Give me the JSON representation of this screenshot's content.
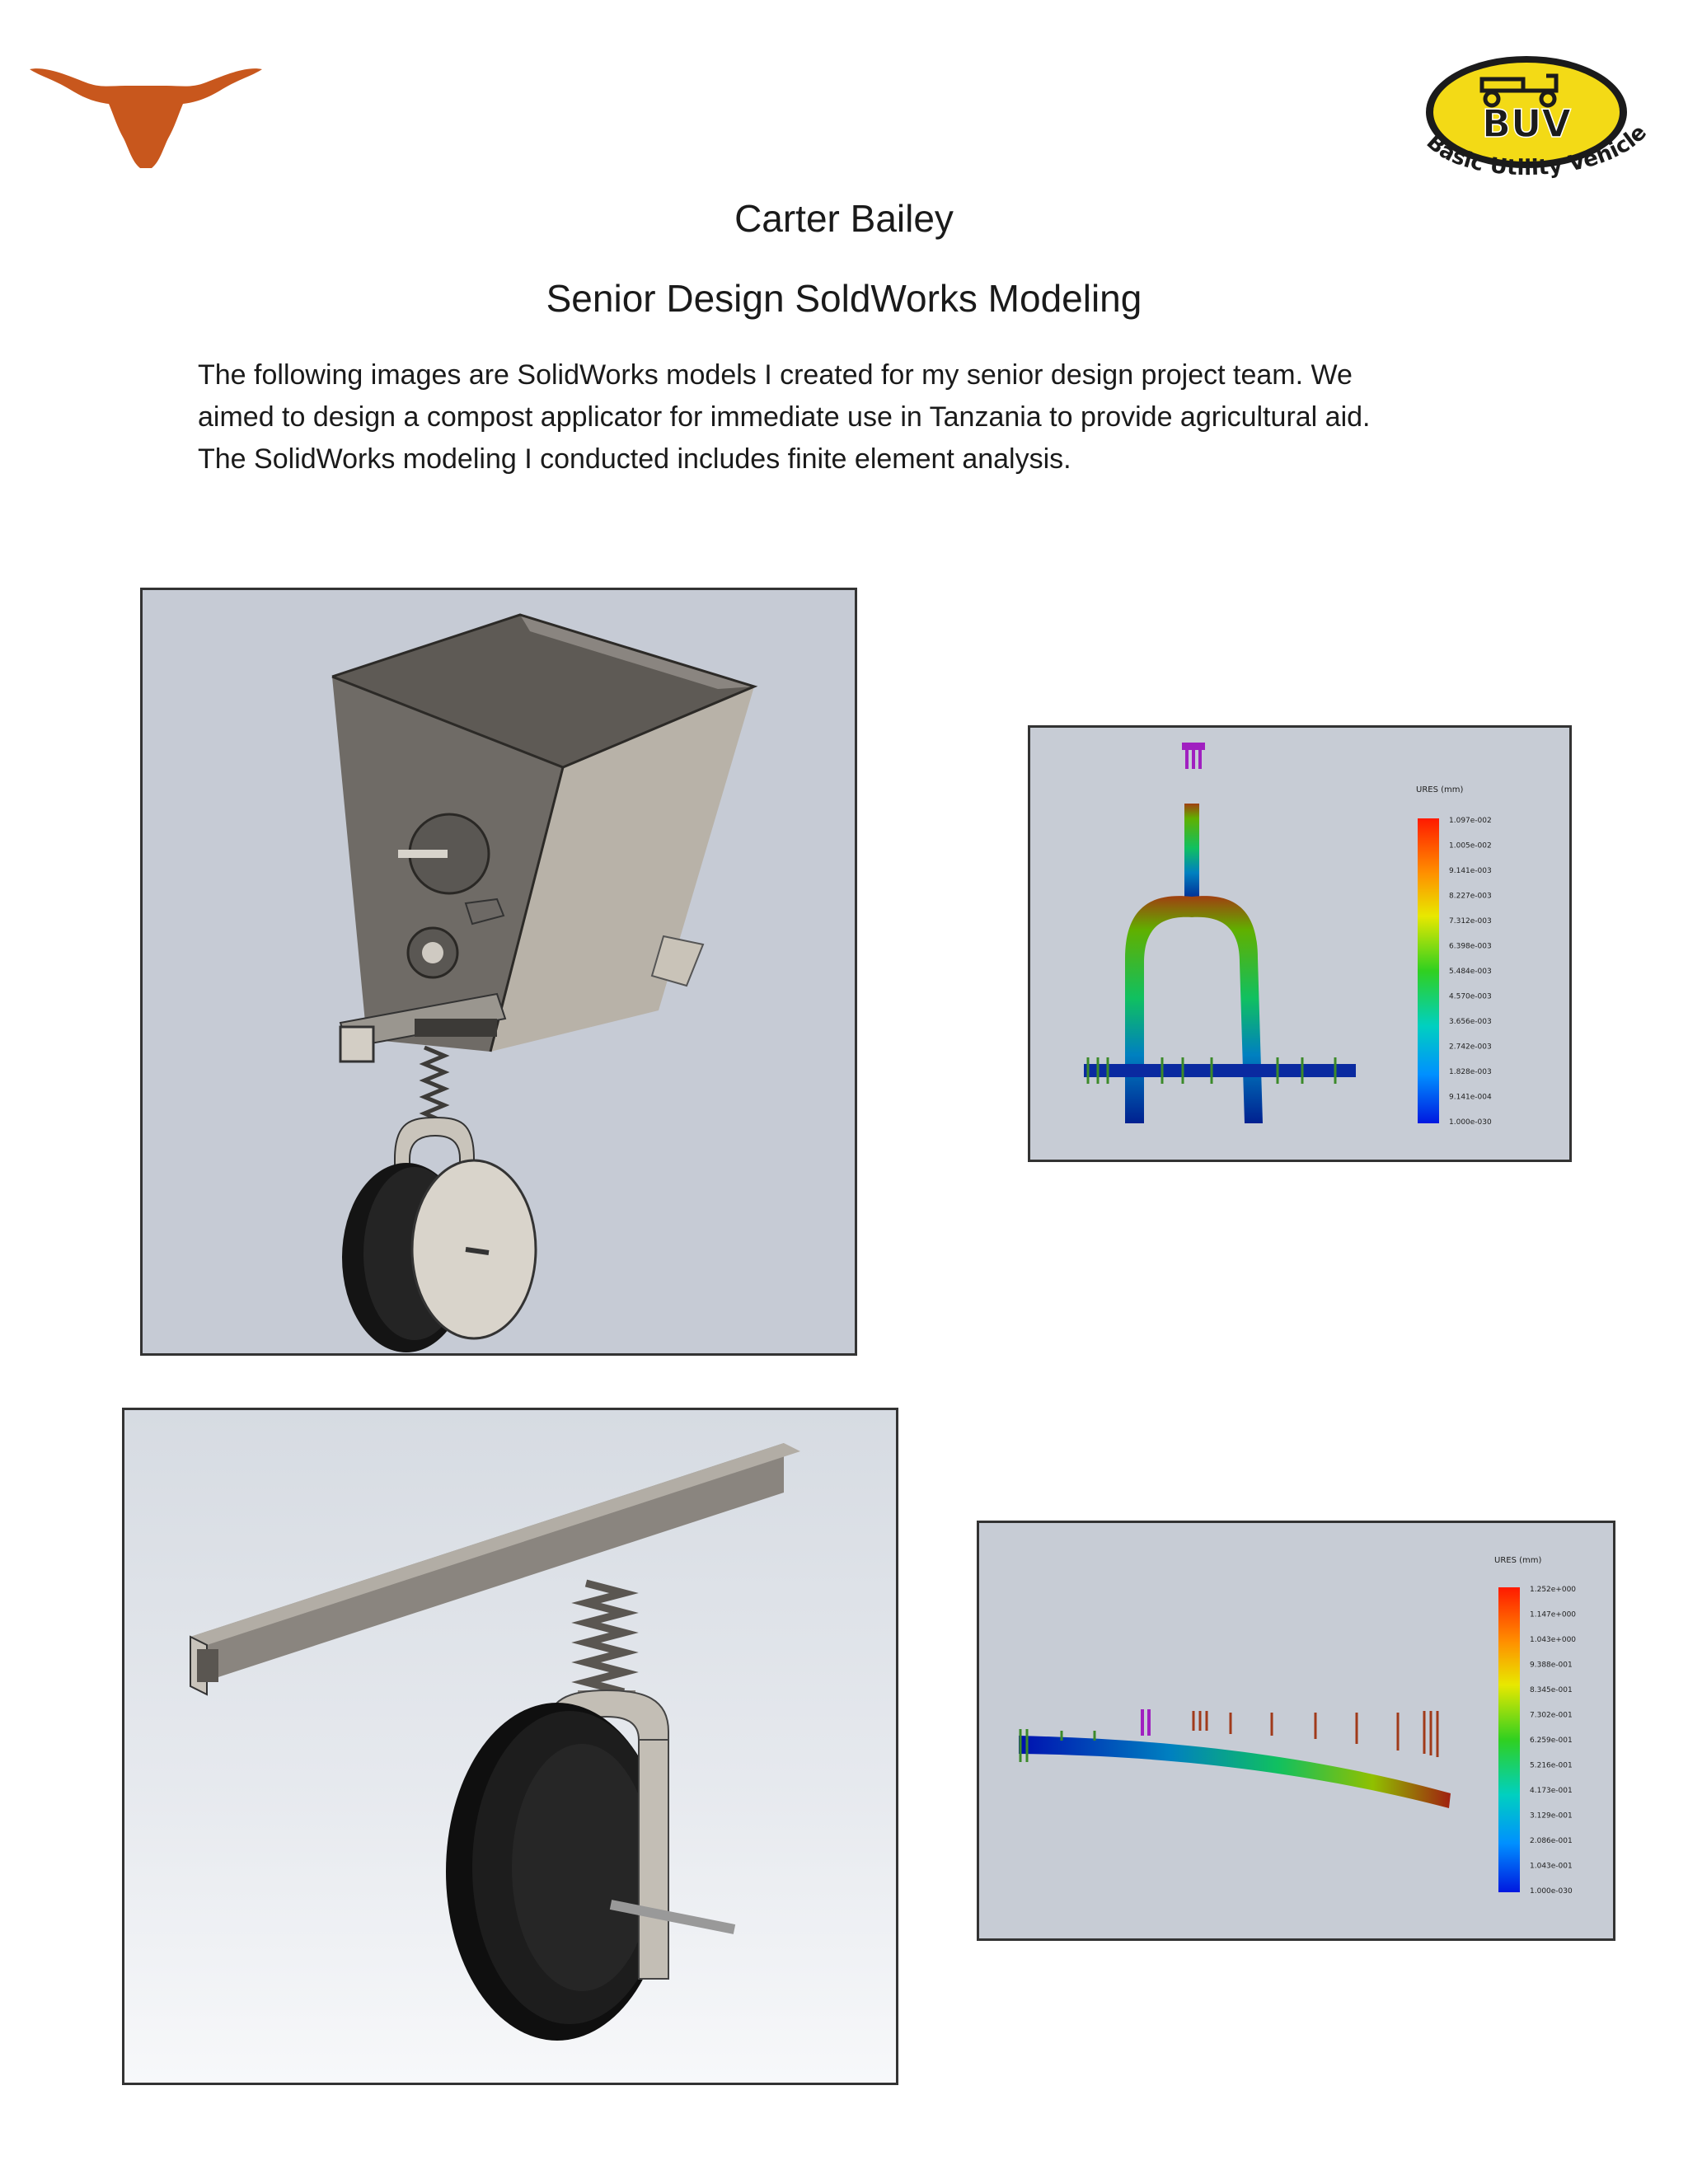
{
  "header": {
    "name": "Carter Bailey",
    "title": "Senior Design SoldWorks Modeling"
  },
  "logos": {
    "buv_text": "BUV",
    "buv_tagline": "Basic Utility Vehicle"
  },
  "description": [
    "The following images are SolidWorks models I created for my senior design project team. We",
    "aimed to design a compost applicator for immediate use in Tanzania to provide agricultural aid.",
    "The SolidWorks modeling I conducted includes finite element analysis."
  ],
  "fea_top": {
    "legend_title": "URES (mm)",
    "legend_values": [
      "1.097e-002",
      "1.005e-002",
      "9.141e-003",
      "8.227e-003",
      "7.312e-003",
      "6.398e-003",
      "5.484e-003",
      "4.570e-003",
      "3.656e-003",
      "2.742e-003",
      "1.828e-003",
      "9.141e-004",
      "1.000e-030"
    ]
  },
  "fea_bottom": {
    "legend_title": "URES (mm)",
    "legend_values": [
      "1.252e+000",
      "1.147e+000",
      "1.043e+000",
      "9.388e-001",
      "8.345e-001",
      "7.302e-001",
      "6.259e-001",
      "5.216e-001",
      "4.173e-001",
      "3.129e-001",
      "2.086e-001",
      "1.043e-001",
      "1.000e-030"
    ]
  },
  "colors": {
    "longhorn": "#c8571d",
    "buv_yellow": "#f3da16",
    "legend_gradient": [
      "#ff1a00",
      "#ff8c00",
      "#e6e600",
      "#7fe000",
      "#20d040",
      "#00d0c0",
      "#0090ff",
      "#0020e0"
    ]
  }
}
